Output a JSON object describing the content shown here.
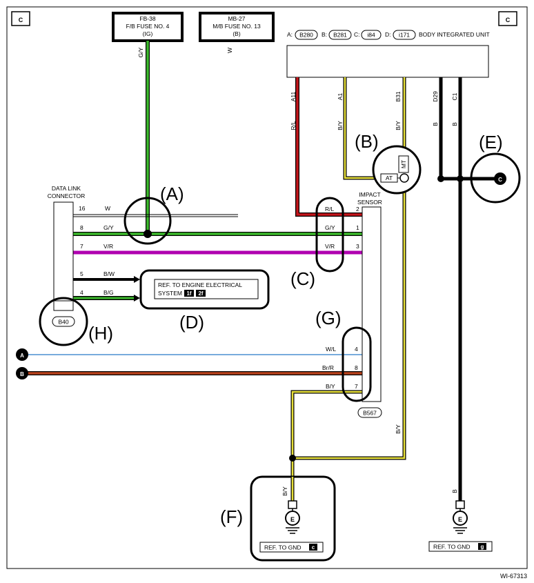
{
  "corner_labels": {
    "top_left": "C",
    "top_right": "C"
  },
  "fuse_fb": {
    "line1": "FB-38",
    "line2": "F/B FUSE NO. 4",
    "line3": "(IG)"
  },
  "fuse_mb": {
    "line1": "MB-27",
    "line2": "M/B FUSE NO. 13",
    "line3": "(B)"
  },
  "wire_colors_top": {
    "fb": "G/Y",
    "mb": "W"
  },
  "body_unit": {
    "conn_a_prefix": "A:",
    "conn_a": "B280",
    "conn_b_prefix": "B:",
    "conn_b": "B281",
    "conn_c_prefix": "C:",
    "conn_c": "i84",
    "conn_d_prefix": "D:",
    "conn_d": "i171",
    "title": "BODY INTEGRATED UNIT",
    "pins": [
      "A11",
      "A1",
      "B31",
      "D29",
      "C1"
    ],
    "wire_colors": [
      "R/L",
      "B/Y",
      "B/Y",
      "B",
      "B"
    ]
  },
  "callouts": {
    "a": "(A)",
    "b": "(B)",
    "c": "(C)",
    "d": "(D)",
    "e": "(E)",
    "f": "(F)",
    "g": "(G)",
    "h": "(H)"
  },
  "switch": {
    "mt": "MT",
    "at": "AT"
  },
  "dlc": {
    "title_line1": "DATA LINK",
    "title_line2": "CONNECTOR",
    "pins": [
      "16",
      "8",
      "7",
      "5",
      "4"
    ],
    "wire_colors": [
      "W",
      "G/Y",
      "V/R",
      "B/W",
      "B/G"
    ],
    "connector": "B40"
  },
  "impact_sensor": {
    "title_line1": "IMPACT",
    "title_line2": "SENSOR",
    "pins_top": [
      "2",
      "1",
      "3"
    ],
    "colors_top": [
      "R/L",
      "G/Y",
      "V/R"
    ],
    "pins_bottom": [
      "4",
      "8",
      "7"
    ],
    "colors_bottom": [
      "W/L",
      "Br/R",
      "B/Y"
    ],
    "connector": "B567"
  },
  "engine_ref": {
    "line1": "REF. TO ENGINE ELECTRICAL",
    "line2": "SYSTEM",
    "tag1": "1f",
    "tag2": "2f"
  },
  "off_page": {
    "a": "A",
    "b": "B",
    "c": "C"
  },
  "ground_left": {
    "wire_color": "B/Y",
    "symbol": "E",
    "ref_text": "REF. TO GND",
    "ref_tag": "c",
    "trunk_color": "B/Y"
  },
  "ground_right": {
    "wire_color": "B",
    "symbol": "E",
    "ref_text": "REF. TO GND",
    "ref_tag": "g"
  },
  "figure_id": "WI-67313",
  "colors": {
    "green": "#3dbb2d",
    "magenta": "#b000b0",
    "red": "#c4161c",
    "blue": "#4a8fd0",
    "brown": "#b8421c",
    "yellow": "#e8e13a"
  }
}
